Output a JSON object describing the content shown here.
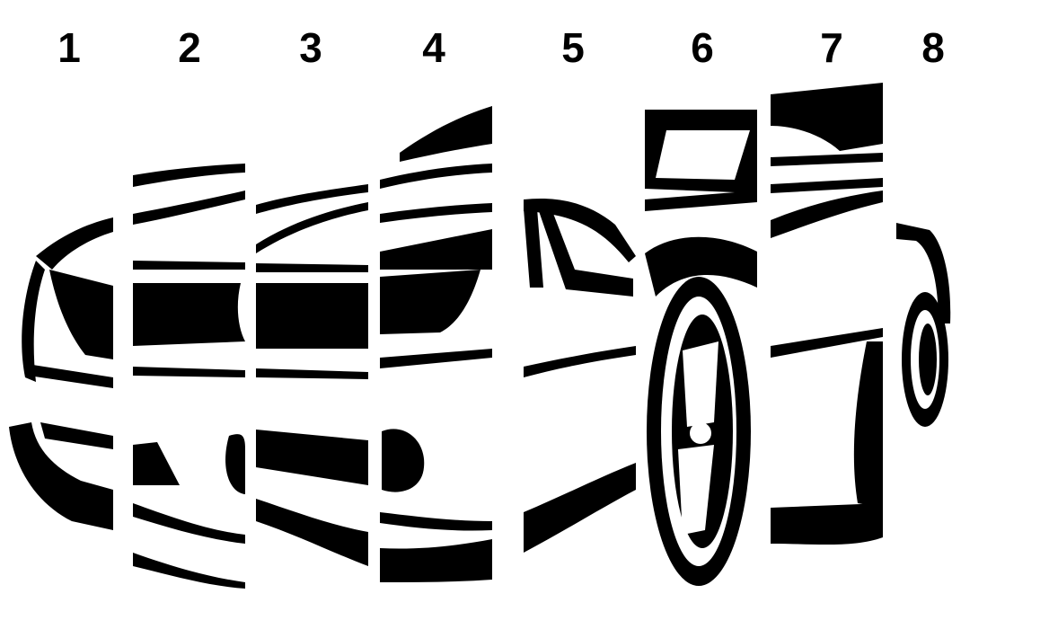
{
  "strips": [
    {
      "label": "1"
    },
    {
      "label": "2"
    },
    {
      "label": "3"
    },
    {
      "label": "4"
    },
    {
      "label": "5"
    },
    {
      "label": "6"
    },
    {
      "label": "7"
    },
    {
      "label": "8"
    }
  ],
  "colors": {
    "ink": "#000000",
    "paper": "#ffffff"
  }
}
